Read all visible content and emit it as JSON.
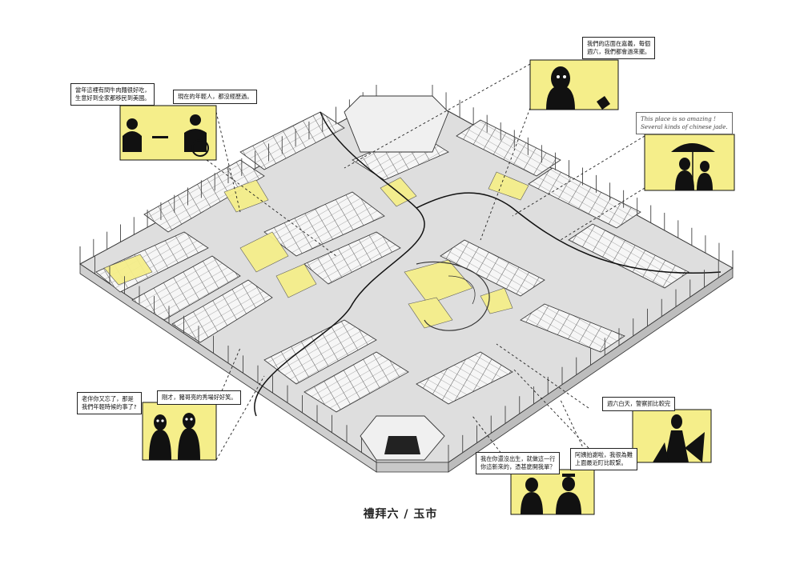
{
  "caption": "禮拜六 / 玉市",
  "colors": {
    "accent": "#F5EE8A",
    "ink": "#111111",
    "floor": "#E8E8E8"
  },
  "vignettes": [
    {
      "id": "butchers",
      "bubbles": [
        "當年這裡有間牛肉麵很好吃，\n生意好到全家都移民到美國。",
        "現在的年輕人，都沒經歷過。"
      ]
    },
    {
      "id": "shopkeeper",
      "bubbles": [
        "我們的店面在嘉義，每個\n週六，我們都會過來擺。"
      ]
    },
    {
      "id": "tourists",
      "bubbles": [
        "This place is so amazing !\nSeveral kinds of chinese jade."
      ]
    },
    {
      "id": "old-couple",
      "bubbles": [
        "老伴你又忘了，那是\n我們年輕時候的事了?",
        "剛才，豬哥亮的秀場好好笑。"
      ]
    },
    {
      "id": "police",
      "bubbles": [
        "週六白天，警察抓比較完"
      ]
    },
    {
      "id": "young-seller",
      "bubbles": [
        "我在你還沒出生，就做這一行\n你這新來的，憑甚麼開我單？",
        "阿姨拍謝啦，我很為難\n上面最近盯比較緊。"
      ]
    }
  ]
}
